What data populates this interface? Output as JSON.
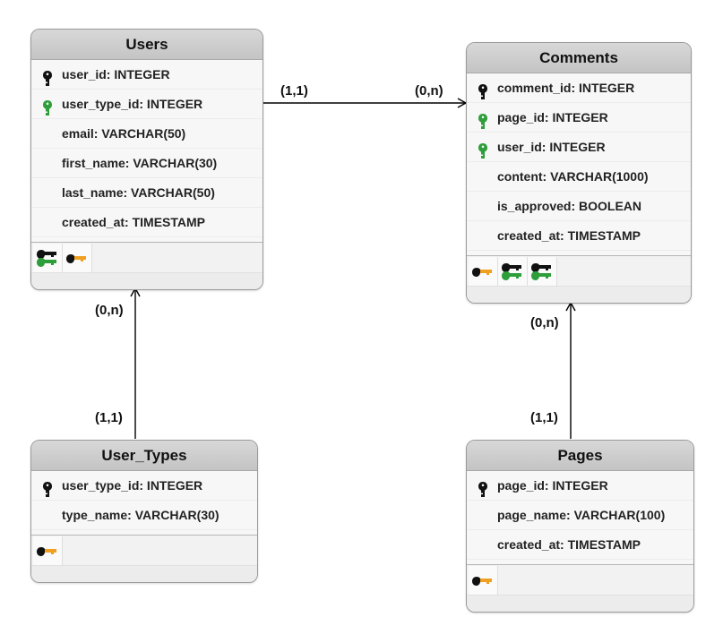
{
  "diagram": {
    "entities": {
      "users": {
        "title": "Users",
        "attributes": [
          {
            "text": "user_id: INTEGER",
            "key": "primary"
          },
          {
            "text": "user_type_id: INTEGER",
            "key": "foreign"
          },
          {
            "text": "email: VARCHAR(50)",
            "key": "none"
          },
          {
            "text": "first_name: VARCHAR(30)",
            "key": "none"
          },
          {
            "text": "last_name: VARCHAR(50)",
            "key": "none"
          },
          {
            "text": "created_at: TIMESTAMP",
            "key": "none"
          }
        ],
        "key_bar": [
          "foreign-pair",
          "index"
        ]
      },
      "comments": {
        "title": "Comments",
        "attributes": [
          {
            "text": "comment_id: INTEGER",
            "key": "primary"
          },
          {
            "text": "page_id: INTEGER",
            "key": "foreign"
          },
          {
            "text": "user_id: INTEGER",
            "key": "foreign"
          },
          {
            "text": "content: VARCHAR(1000)",
            "key": "none"
          },
          {
            "text": "is_approved: BOOLEAN",
            "key": "none"
          },
          {
            "text": "created_at: TIMESTAMP",
            "key": "none"
          }
        ],
        "key_bar": [
          "index",
          "foreign-pair",
          "foreign-pair"
        ]
      },
      "user_types": {
        "title": "User_Types",
        "attributes": [
          {
            "text": "user_type_id: INTEGER",
            "key": "primary"
          },
          {
            "text": "type_name: VARCHAR(30)",
            "key": "none"
          }
        ],
        "key_bar": [
          "index"
        ]
      },
      "pages": {
        "title": "Pages",
        "attributes": [
          {
            "text": "page_id: INTEGER",
            "key": "primary"
          },
          {
            "text": "page_name: VARCHAR(100)",
            "key": "none"
          },
          {
            "text": "created_at: TIMESTAMP",
            "key": "none"
          }
        ],
        "key_bar": [
          "index"
        ]
      }
    },
    "relationships": [
      {
        "from": "users",
        "to": "comments",
        "from_cardinality": "(1,1)",
        "to_cardinality": "(0,n)"
      },
      {
        "from": "user_types",
        "to": "users",
        "from_cardinality": "(1,1)",
        "to_cardinality": "(0,n)"
      },
      {
        "from": "pages",
        "to": "comments",
        "from_cardinality": "(1,1)",
        "to_cardinality": "(0,n)"
      }
    ],
    "colors": {
      "primary_key": "#111111",
      "foreign_key": "#2e9e3a",
      "index_key": "#f0a020",
      "connector": "#000000"
    }
  }
}
